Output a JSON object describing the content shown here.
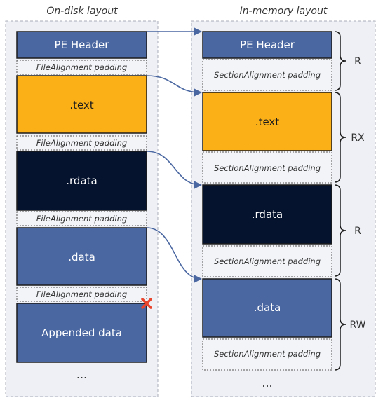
{
  "titles": {
    "disk": "On-disk layout",
    "memory": "In-memory layout"
  },
  "disk": {
    "header": "PE Header",
    "pad1": "FileAlignment padding",
    "text": ".text",
    "pad2": "FileAlignment padding",
    "rdata": ".rdata",
    "pad3": "FileAlignment padding",
    "data": ".data",
    "pad4": "FileAlignment padding",
    "appended": "Appended data",
    "ellipsis": "..."
  },
  "memory": {
    "header": "PE Header",
    "pad1": "SectionAlignment padding",
    "text": ".text",
    "pad2": "SectionAlignment padding",
    "rdata": ".rdata",
    "pad3": "SectionAlignment padding",
    "data": ".data",
    "pad4": "SectionAlignment padding",
    "ellipsis": "..."
  },
  "permissions": {
    "header": "R",
    "text": "RX",
    "rdata": "R",
    "data": "RW"
  },
  "colors": {
    "blue": "#4a67a1",
    "orange": "#fbb018",
    "navy": "#06132e",
    "panel": "#eef0f5",
    "pad": "#f2f4f8",
    "cross": "#e8452c"
  }
}
